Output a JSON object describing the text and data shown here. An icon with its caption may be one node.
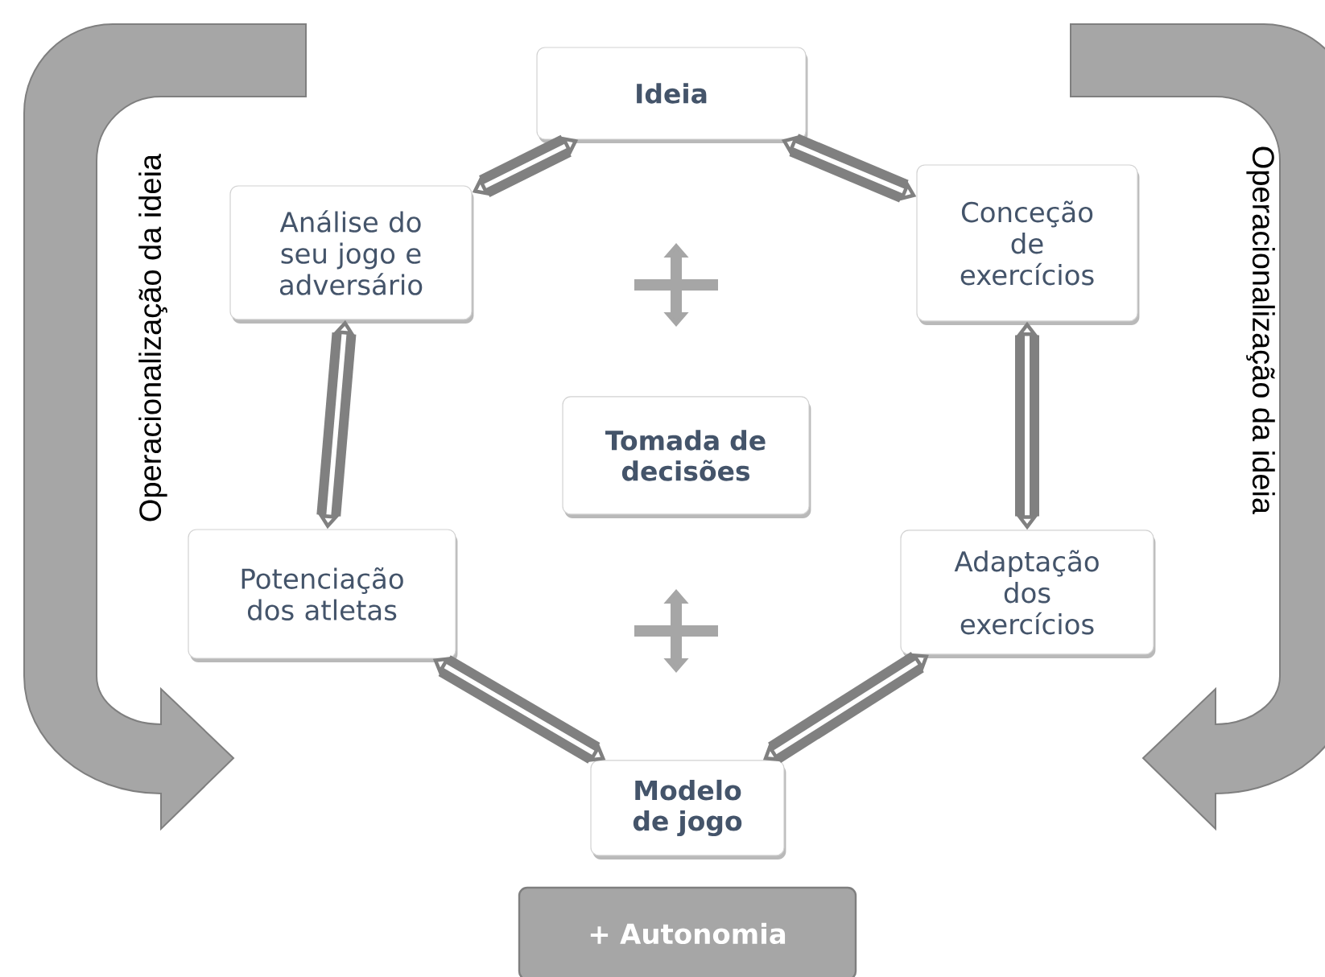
{
  "diagram": {
    "nodes": [
      {
        "text": [
          "Ideia"
        ]
      },
      {
        "text": [
          "Análise do seu jogo e adversário"
        ]
      },
      {
        "text": [
          "Conceção de exercícios"
        ]
      },
      {
        "text": [
          "Tomada de decisões"
        ]
      },
      {
        "text": [
          "Potenciação dos atletas"
        ]
      },
      {
        "text": [
          "Adaptação dos exercícios"
        ]
      },
      {
        "text": [
          "Modelo de jogo"
        ]
      },
      {
        "text": [
          "+ Autonomia"
        ]
      }
    ],
    "edges": [
      {
        "from": 0,
        "to": 1,
        "arrow": "both"
      },
      {
        "from": 0,
        "to": 2,
        "arrow": "both"
      },
      {
        "from": 1,
        "to": 4,
        "arrow": "both"
      },
      {
        "from": 2,
        "to": 5,
        "arrow": "both"
      },
      {
        "from": 4,
        "to": 6,
        "arrow": "both"
      },
      {
        "from": 5,
        "to": 6,
        "arrow": "both"
      }
    ],
    "labels": [
      "Operacionalização da ideia",
      "Operacionalização da ideia"
    ]
  }
}
